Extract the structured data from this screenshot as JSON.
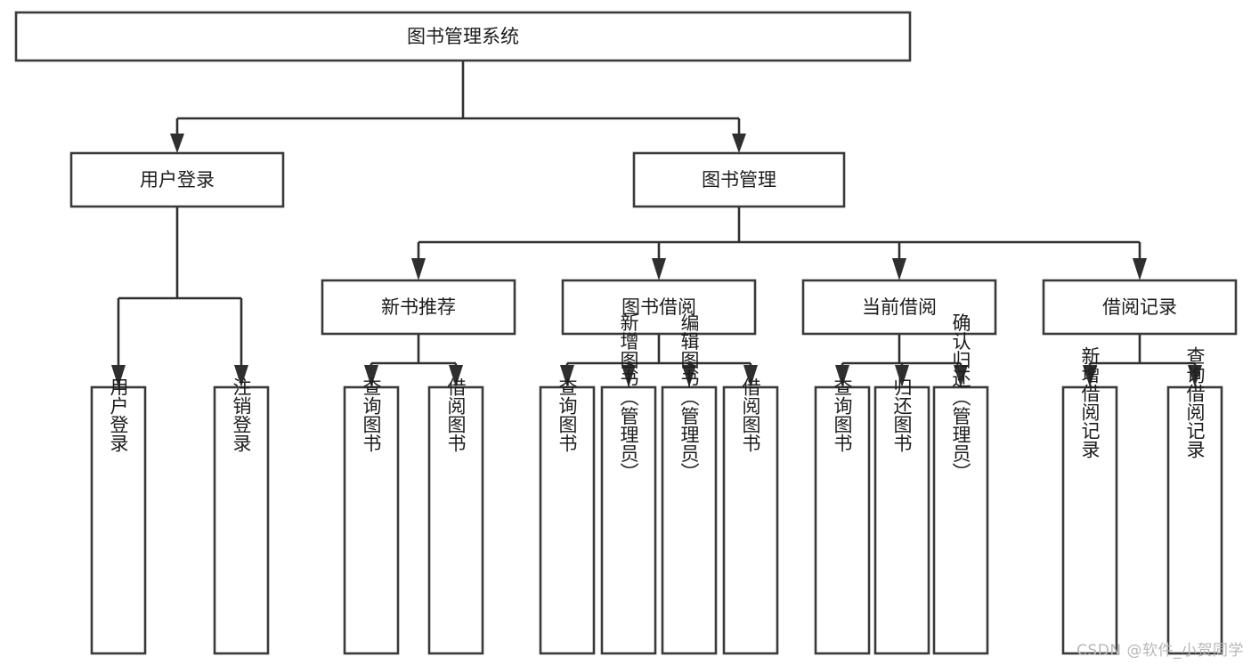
{
  "diagram": {
    "type": "tree-hierarchy",
    "title": "图书管理系统",
    "watermark": "CSDN @软件_小贺同学",
    "colors": {
      "background": "#ffffff",
      "box_fill": "#ffffff",
      "box_stroke": "#3a3a3a",
      "connector": "#2f2f2f",
      "text": "#1c1c1c",
      "watermark": "#b8b8b8"
    },
    "root": {
      "label": "图书管理系统"
    },
    "level1": [
      {
        "label": "用户登录"
      },
      {
        "label": "图书管理"
      }
    ],
    "level2": [
      {
        "label": "新书推荐"
      },
      {
        "label": "图书借阅"
      },
      {
        "label": "当前借阅"
      },
      {
        "label": "借阅记录"
      }
    ],
    "leaves": {
      "user_login": [
        {
          "label": "用户登录"
        },
        {
          "label": "注销登录"
        }
      ],
      "new_book_recommend": [
        {
          "label": "查询图书"
        },
        {
          "label": "借阅图书"
        }
      ],
      "book_borrow": [
        {
          "label": "查询图书"
        },
        {
          "label": "新增图书（管理员）"
        },
        {
          "label": "编辑图书（管理员）"
        },
        {
          "label": "借阅图书"
        }
      ],
      "current_borrow": [
        {
          "label": "查询图书"
        },
        {
          "label": "归还图书"
        },
        {
          "label": "确认归还（管理员）"
        }
      ],
      "borrow_record": [
        {
          "label": "新增借阅记录"
        },
        {
          "label": "查询借阅记录"
        }
      ]
    }
  }
}
